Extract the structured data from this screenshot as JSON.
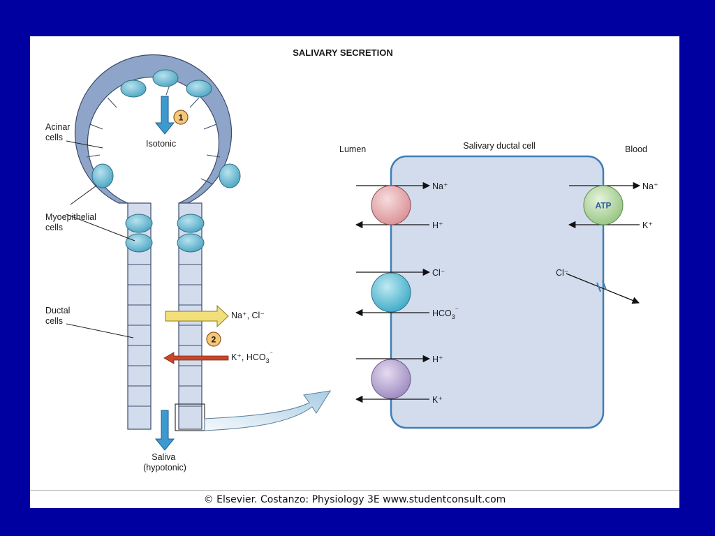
{
  "title": "SALIVARY SECRETION",
  "labels": {
    "acinar": [
      "Acinar",
      "cells"
    ],
    "myoepithelial": [
      "Myoepithelial",
      "cells"
    ],
    "ductal": [
      "Ductal",
      "cells"
    ],
    "isotonic": "Isotonic",
    "saliva": [
      "Saliva",
      "(hypotonic)"
    ],
    "step1": "1",
    "step2": "2",
    "absorb": "Na⁺, Cl⁻",
    "secrete_k": "K⁺, HCO",
    "secrete_sub": "3",
    "secrete_sup": "⁻",
    "lumen": "Lumen",
    "cell": "Salivary ductal cell",
    "blood": "Blood"
  },
  "transport": {
    "lumen_side": [
      {
        "out": "Na⁺",
        "in": "H⁺",
        "color": "#e8a6aa"
      },
      {
        "out": "Cl⁻",
        "in": "HCO3⁻",
        "in_main": "HCO",
        "in_sub": "3",
        "in_sup": "⁻",
        "color": "#5bbfd6"
      },
      {
        "out": "H⁺",
        "in": "K⁺",
        "color": "#b2a2cc"
      }
    ],
    "blood_side": {
      "pump": "ATP",
      "out": "Na⁺",
      "in": "K⁺",
      "color": "#b5d8a4",
      "channel": "Cl⁻"
    }
  },
  "colors": {
    "background": "#0000a0",
    "cell": "#d2dcec",
    "acinar": "#8ea4c8",
    "myo": "#6fb8d0",
    "arrow_blue": "#3d9ad1",
    "arrow_yellow": "#f3df7a",
    "arrow_red": "#c8472a"
  },
  "credit": "© Elsevier. Costanzo: Physiology 3E www.studentconsult.com"
}
